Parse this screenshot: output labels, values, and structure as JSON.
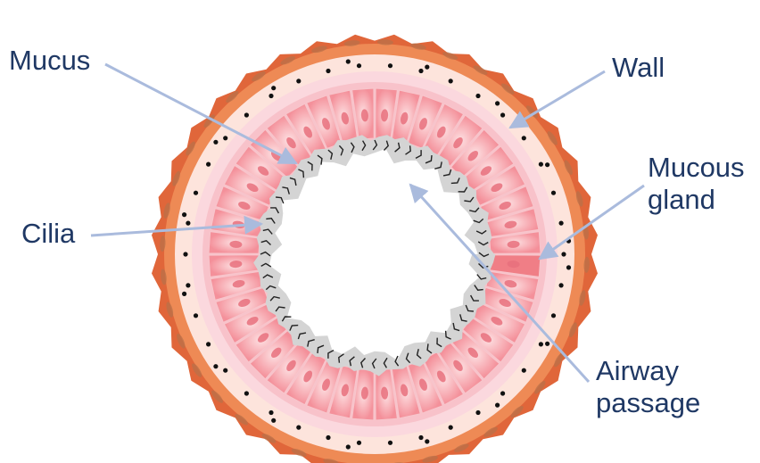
{
  "labels": {
    "mucus": "Mucus",
    "wall": "Wall",
    "cilia": "Cilia",
    "mucous_gland": [
      "Mucous",
      "gland"
    ],
    "airway_passage": [
      "Airway",
      "passage"
    ]
  },
  "colors": {
    "outer_wall": "#ee8a55",
    "outer_wall_edge": "#e0663a",
    "submucosa": "#fbd8de",
    "lamina": "#f8b9c3",
    "cell_fill": "#f49aa3",
    "cell_light": "#fcd3d6",
    "gland_fill": "#f07e86",
    "mucus": "#d6d6d6",
    "lumen": "#ffffff",
    "leader": "#aabbdd",
    "text": "#1f3864"
  },
  "icons": {
    "outer_cells": "spindle-shaped-smooth-muscle-cell",
    "dots": "submucosa-dot",
    "cilia": "cilium-hair"
  }
}
